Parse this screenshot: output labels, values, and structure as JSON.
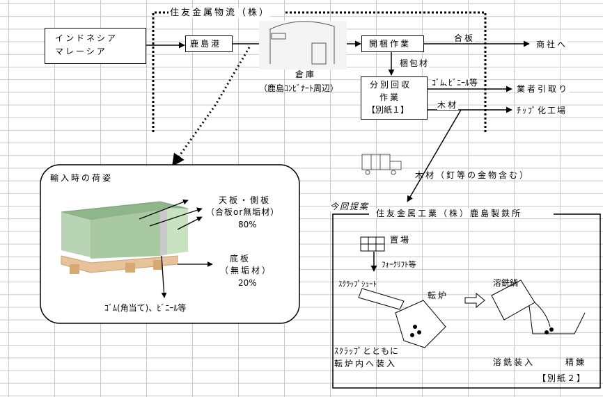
{
  "company_top": "住友金属物流（株）",
  "source_box": [
    "インドネシア",
    "マレーシア"
  ],
  "port": "鹿島港",
  "warehouse": [
    "倉庫",
    "（鹿島ｺﾝﾋﾞﾅｰﾄ周辺）"
  ],
  "unpack": "開梱作業",
  "plywood": "合板",
  "to_trader": "商社へ",
  "packing_material": "梱包材",
  "sort": [
    "分別回収",
    "作業",
    "【別紙１】"
  ],
  "rubber_vinyl_label": "ｺﾞﾑ､ﾋﾞﾆｰﾙ等",
  "contractor": "業者引取り",
  "wood_label": "木材",
  "chip_factory": "ﾁｯﾌﾟ化工場",
  "truck_wood": "木材（釘等の金物含む）",
  "import_panel": {
    "title": "輸入時の荷姿",
    "top_side": [
      "天板・側板",
      "（合板or無垢材）",
      "80%"
    ],
    "bottom": [
      "底板",
      "（無垢材）",
      "20%"
    ],
    "rubber": "ｺﾞﾑ(角当て)、ﾋﾞﾆｰﾙ等"
  },
  "proposal_label": "今回提案",
  "steel_works": "住友金属工業（株）鹿島製鉄所",
  "storage": "置場",
  "forklift": "ﾌｫｰｸﾘﾌﾄ等",
  "scrap_chute": "ｽｸﾗｯﾌﾟｼｭｰﾄ",
  "converter": "転炉",
  "ladle": "溶銑鍋",
  "scrap_charge": [
    "ｽｸﾗｯﾌﾟとともに",
    "転炉内へ装入"
  ],
  "hot_metal_charge": "溶銑装入",
  "refining": "精錬",
  "annex2": "【別紙２】"
}
